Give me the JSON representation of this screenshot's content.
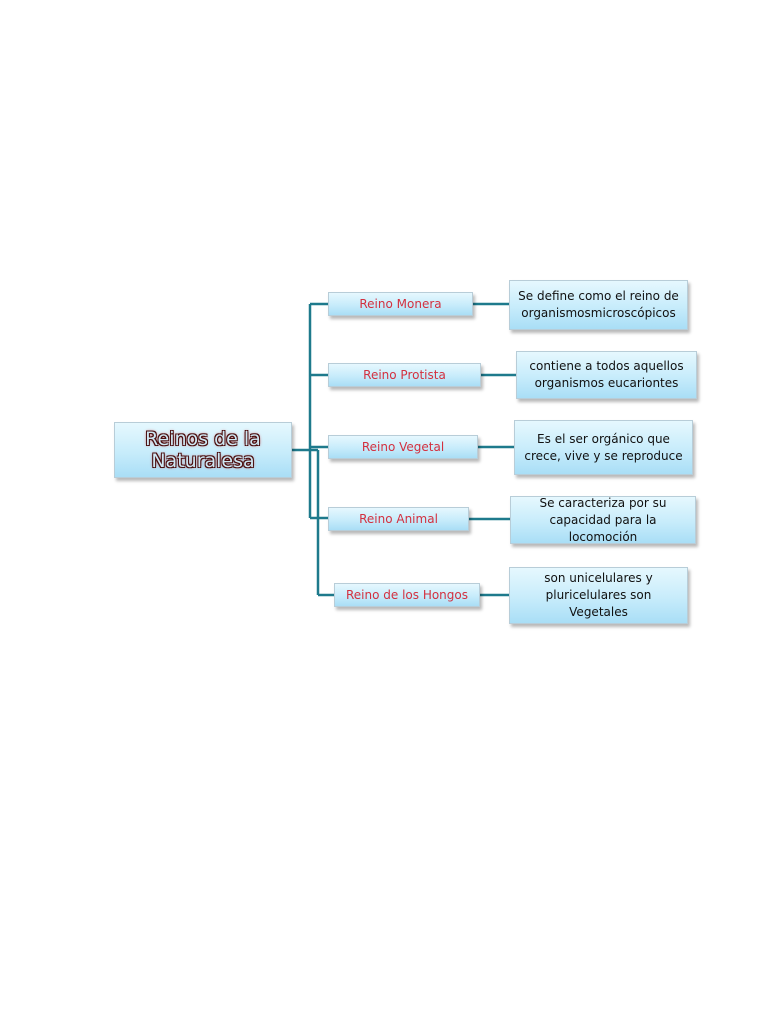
{
  "diagram": {
    "root": {
      "label": "Reinos de la Naturalesa"
    },
    "kingdoms": [
      {
        "label": "Reino Monera",
        "description": "Se define como el reino de organismosmicroscópicos"
      },
      {
        "label": "Reino Protista",
        "description": "contiene a todos aquellos organismos eucariontes"
      },
      {
        "label": "Reino Vegetal",
        "description": "Es el ser orgánico que crece, vive y se reproduce"
      },
      {
        "label": "Reino Animal",
        "description": "Se caracteriza por su capacidad para la locomoción"
      },
      {
        "label": "Reino de los Hongos",
        "description": "son unicelulares y pluricelulares son Vegetales"
      }
    ],
    "colors": {
      "connector": "#1e7a8c",
      "kingdom_text": "#d3303f",
      "root_text_outline": "#4a1010",
      "box_fill": "#c7ecfb"
    }
  }
}
